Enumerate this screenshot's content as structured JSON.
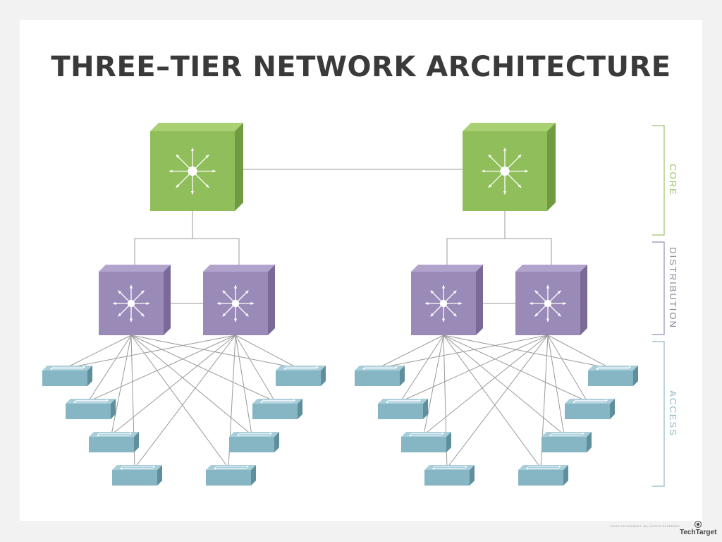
{
  "title": "THREE–TIER NETWORK ARCHITECTURE",
  "tiers": {
    "core": {
      "label": "CORE",
      "color": "#9cc26a"
    },
    "distribution": {
      "label": "DISTRIBUTION",
      "color": "#9a8ab8"
    },
    "access": {
      "label": "ACCESS",
      "color": "#8fb8c4"
    }
  },
  "colors": {
    "core_front": "#8fbe5a",
    "core_side": "#6f9b41",
    "core_top": "#a9d173",
    "dist_front": "#9a8ab8",
    "dist_side": "#7a6a98",
    "dist_top": "#b1a3cc",
    "access_front": "#86b6c4",
    "access_side": "#5f8f9c",
    "access_top": "#a7ced9",
    "line": "#9a9a9a"
  },
  "footer": {
    "copyright": "©2019 TECHTARGET. ALL RIGHTS RESERVED",
    "logo": "TechTarget"
  }
}
